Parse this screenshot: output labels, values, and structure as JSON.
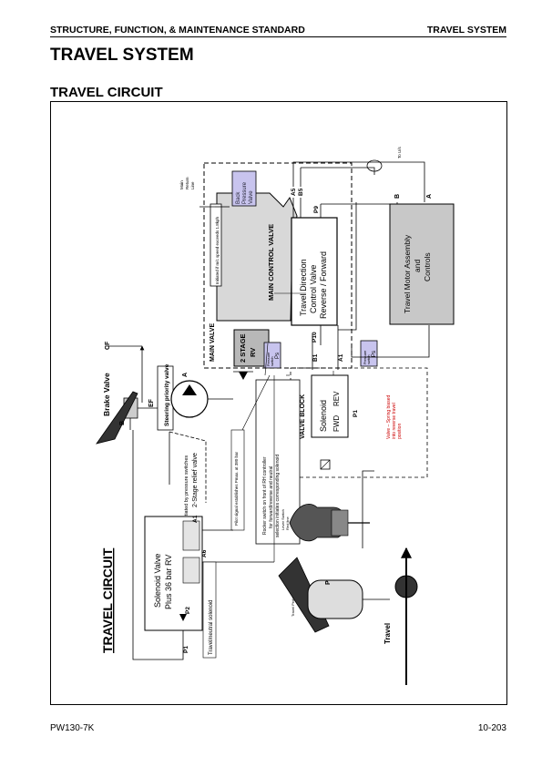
{
  "header": {
    "left": "STRUCTURE, FUNCTION, & MAINTENANCE STANDARD",
    "right": "TRAVEL SYSTEM"
  },
  "page_title": "TRAVEL SYSTEM",
  "section_title": "TRAVEL CIRCUIT",
  "footer": {
    "model": "PW130-7K",
    "page": "10-203"
  },
  "diagram": {
    "circuit_title": "TRAVEL CIRCUIT",
    "solenoid_valve": [
      "Solenoid Valve",
      "Plus 36 bar RV"
    ],
    "port_p1": "P1",
    "port_p2": "P2",
    "port_a1_left": "A1",
    "port_a6": "A6",
    "travel_neutral_solenoid": "Travel/neutral solenoid",
    "two_stage_relief": "2-Stage relief valve",
    "initiated_pressure": "Initiated by pressure switches",
    "pilot_signal": "Pilot signal establishes Pmax. at 380 bar",
    "steering_priority": "Steering priority valve",
    "port_ef": "EF",
    "port_cf": "CF",
    "port_a_pump": "A",
    "brake_valve": "Brake Valve",
    "port_b_brake": "B",
    "rocker_switch": [
      "Rocker switch on front of RH controller",
      "for forward/reverse and neutral",
      "selection initiates corresponding solenoid"
    ],
    "lever_switch": [
      "Lever Switch",
      "Red line"
    ],
    "travel_pedal_label": "Travel Pedal + Valve",
    "port_p_pedal": "P",
    "travel_label": "Travel",
    "main_valve": "MAIN VALVE",
    "two_stage_rv": [
      "2 STAGE",
      "RV"
    ],
    "pressure_switch": [
      "Pressure",
      "switch",
      "Ps"
    ],
    "port_b1": "B1",
    "port_a1_right": "A1",
    "port_p10": "P10",
    "port_p9": "P9",
    "port_a5": "A5",
    "port_b5": "B5",
    "main_control_valve": "MAIN CONTROL VALVE",
    "travel_direction_valve": [
      "Travel Direction",
      "Control Valve",
      "Reverse / Forward"
    ],
    "speed_note": "Initiated if m/c speed exceeds 1.8kph",
    "back_pressure_valve": [
      "Back",
      "Pressure",
      "Valve"
    ],
    "main_return_line": [
      "Main",
      "Return",
      "Line"
    ],
    "valve_block": "VALVE BLOCK",
    "solenoid_label": "Solenoid",
    "fwd": "FWD",
    "rev": "REV",
    "port_p1_block": "P1",
    "spring_note": [
      "Valve – Spring biased",
      "into reverse travel",
      "position"
    ],
    "travel_motor": [
      "Travel Motor Assembly",
      "and",
      "Controls"
    ],
    "port_b_motor": "B",
    "port_a_motor": "A",
    "to_us": "To U/s"
  },
  "colors": {
    "motor_fill": "#c8c8c8",
    "switch_fill": "#c8c4ee",
    "valve_fill": "#e4e4e4",
    "rv_fill": "#b8b8b8"
  }
}
